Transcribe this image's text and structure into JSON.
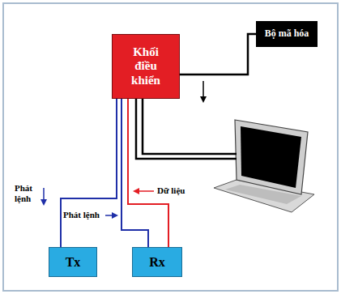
{
  "diagram": {
    "nodes": [
      {
        "text": [
          "Khối điều khiển"
        ]
      },
      {
        "text": [
          "Bộ mã hóa"
        ]
      },
      {
        "text": [
          "Tx"
        ]
      },
      {
        "text": [
          "Rx"
        ]
      }
    ],
    "edges": [
      {
        "from": 0,
        "to": 1,
        "arrow": "none"
      },
      {
        "from": 0,
        "to": 2,
        "label": "Phát lệnh",
        "arrow": "none"
      },
      {
        "from": 0,
        "to": 3,
        "label": "Phát lệnh",
        "arrow": "none"
      },
      {
        "from": 3,
        "to": 0,
        "label": "Dữ liệu",
        "arrow": "none"
      }
    ]
  }
}
